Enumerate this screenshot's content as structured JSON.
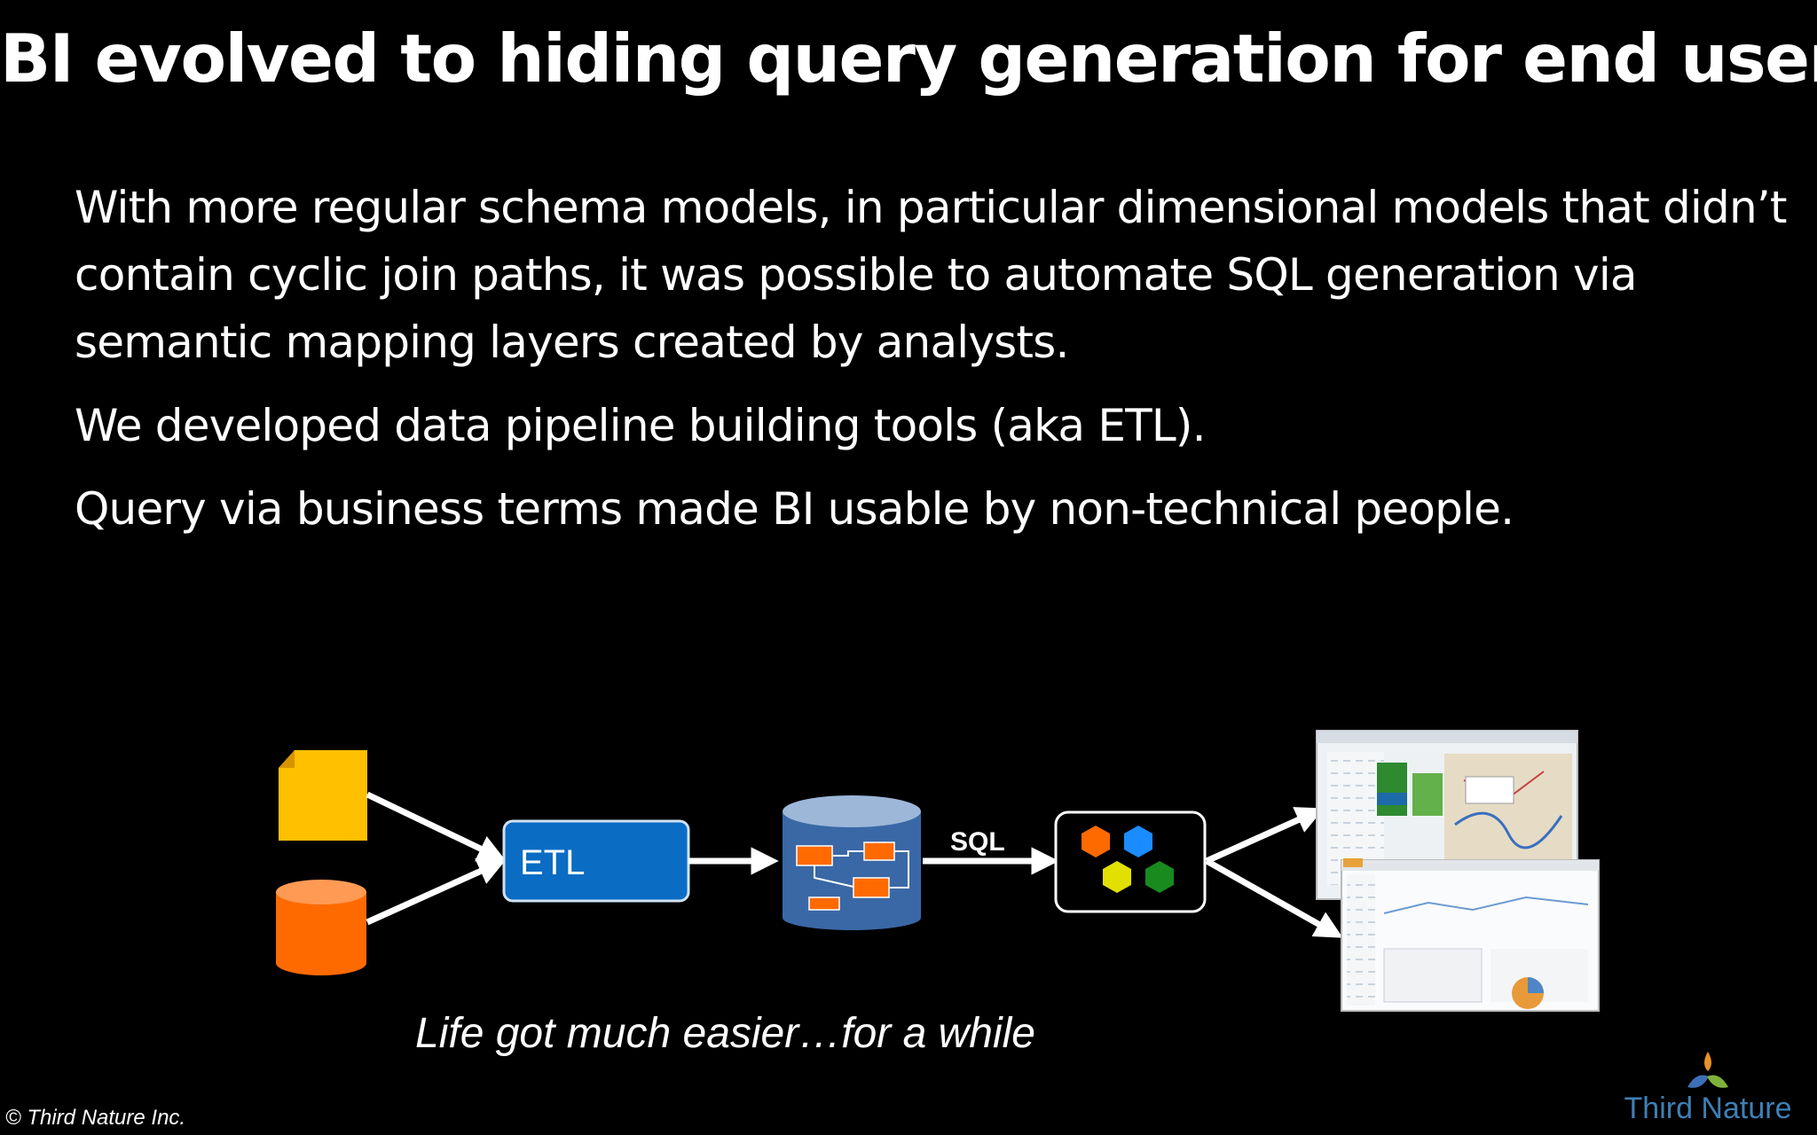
{
  "slide": {
    "title": "BI evolved to hiding query generation for end users",
    "bullets": [
      "With more regular schema models, in particular dimensional models that didn’t contain cyclic join paths, it was possible to automate SQL generation via semantic mapping layers created by analysts.",
      "We developed data pipeline building tools (aka ETL).",
      "Query via business terms made BI usable by non-technical people."
    ],
    "caption": "Life got much easier…for a while",
    "copyright": "© Third Nature Inc."
  },
  "diagram": {
    "etl_label": "ETL",
    "sql_label": "SQL",
    "colors": {
      "file": "#ffc000",
      "source_db": "#ff6a00",
      "etl_box": "#0b6cc4",
      "warehouse": "#3a68a6",
      "hex_orange": "#ff6a00",
      "hex_blue": "#1a8cff",
      "hex_yellow": "#e2e000",
      "hex_green": "#188a1e"
    },
    "icons": [
      "document-icon",
      "database-icon",
      "data-warehouse-icon",
      "bi-tool-icon",
      "dashboard-screenshot"
    ]
  },
  "brand": {
    "name": "Third Nature"
  }
}
